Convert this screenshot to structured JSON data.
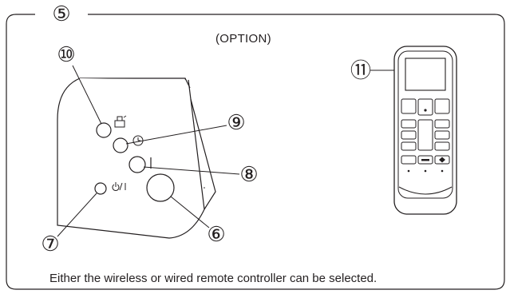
{
  "section_number": "⑤",
  "option_label": "(OPTION)",
  "caption": "Either the wireless or wired remote controller can be selected.",
  "callouts": {
    "c6": "⑥",
    "c7": "⑦",
    "c8": "⑧",
    "c9": "⑨",
    "c10": "⑩",
    "c11": "⑪"
  },
  "panel_icons": {
    "button_10": "signal-sender-icon",
    "button_9": "timer-clock-icon",
    "button_8": "test-run-bar-icon",
    "button_7": "power-on-off-icon"
  },
  "button_symbols": {
    "power": "⏻/|",
    "test": "|"
  },
  "colors": {
    "line": "#231f20",
    "background": "#ffffff"
  }
}
